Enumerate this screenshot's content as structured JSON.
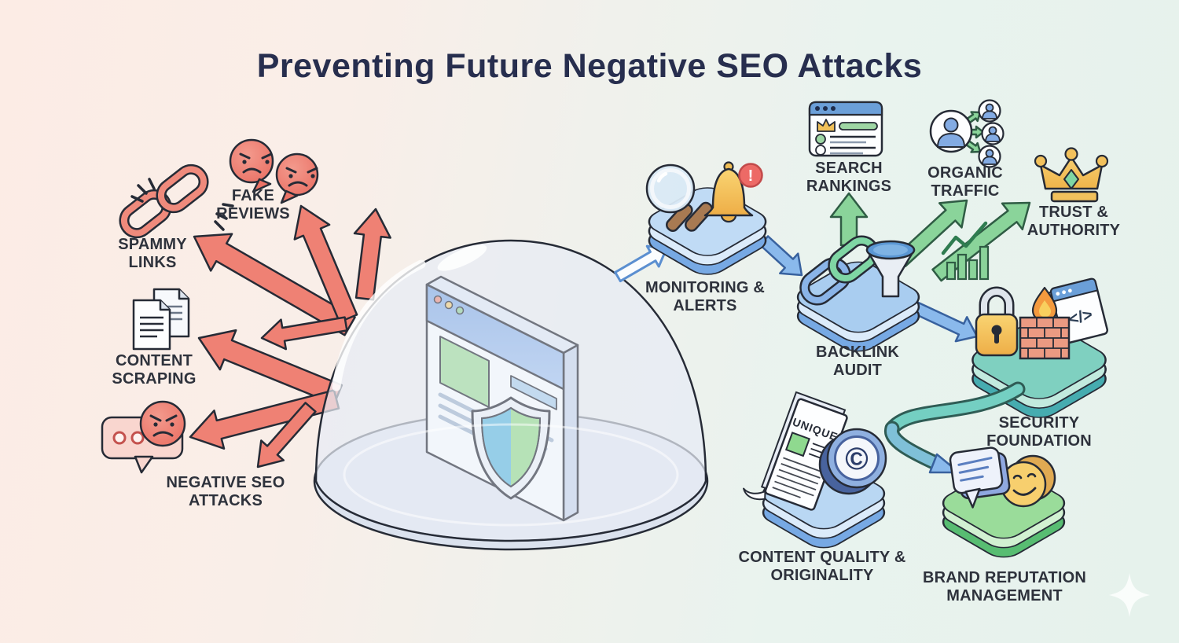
{
  "title": "Preventing Future Negative SEO Attacks",
  "threats": {
    "items": [
      {
        "id": "fake-reviews",
        "label": "FAKE REVIEWS"
      },
      {
        "id": "spammy-links",
        "label": "SPAMMY LINKS"
      },
      {
        "id": "content-scraping",
        "label": "CONTENT SCRAPING"
      },
      {
        "id": "negative-seo-attacks",
        "label": "NEGATIVE SEO ATTACKS"
      }
    ]
  },
  "protections": {
    "items": [
      {
        "id": "monitoring-alerts",
        "label": "MONITORING & ALERTS"
      },
      {
        "id": "search-rankings",
        "label": "SEARCH RANKINGS"
      },
      {
        "id": "organic-traffic",
        "label": "ORGANIC TRAFFIC"
      },
      {
        "id": "trust-authority",
        "label": "TRUST & AUTHORITY"
      },
      {
        "id": "backlink-audit",
        "label": "BACKLINK AUDIT"
      },
      {
        "id": "security-foundation",
        "label": "SECURITY FOUNDATION"
      },
      {
        "id": "content-quality",
        "label": "CONTENT QUALITY & ORIGINALITY"
      },
      {
        "id": "brand-reputation",
        "label": "BRAND REPUTATION MANAGEMENT"
      }
    ]
  },
  "icon_text": {
    "unique": "UNIQUE",
    "copyright": "©",
    "code": "</>",
    "alert": "!"
  },
  "colors": {
    "threat_red": "#ef8174",
    "protect_blue": "#8ab9ec",
    "success_green": "#8ad49a",
    "teal": "#74cfc2",
    "gold": "#f2c15c",
    "outline_navy": "#262b36",
    "title_navy": "#272e4e"
  }
}
